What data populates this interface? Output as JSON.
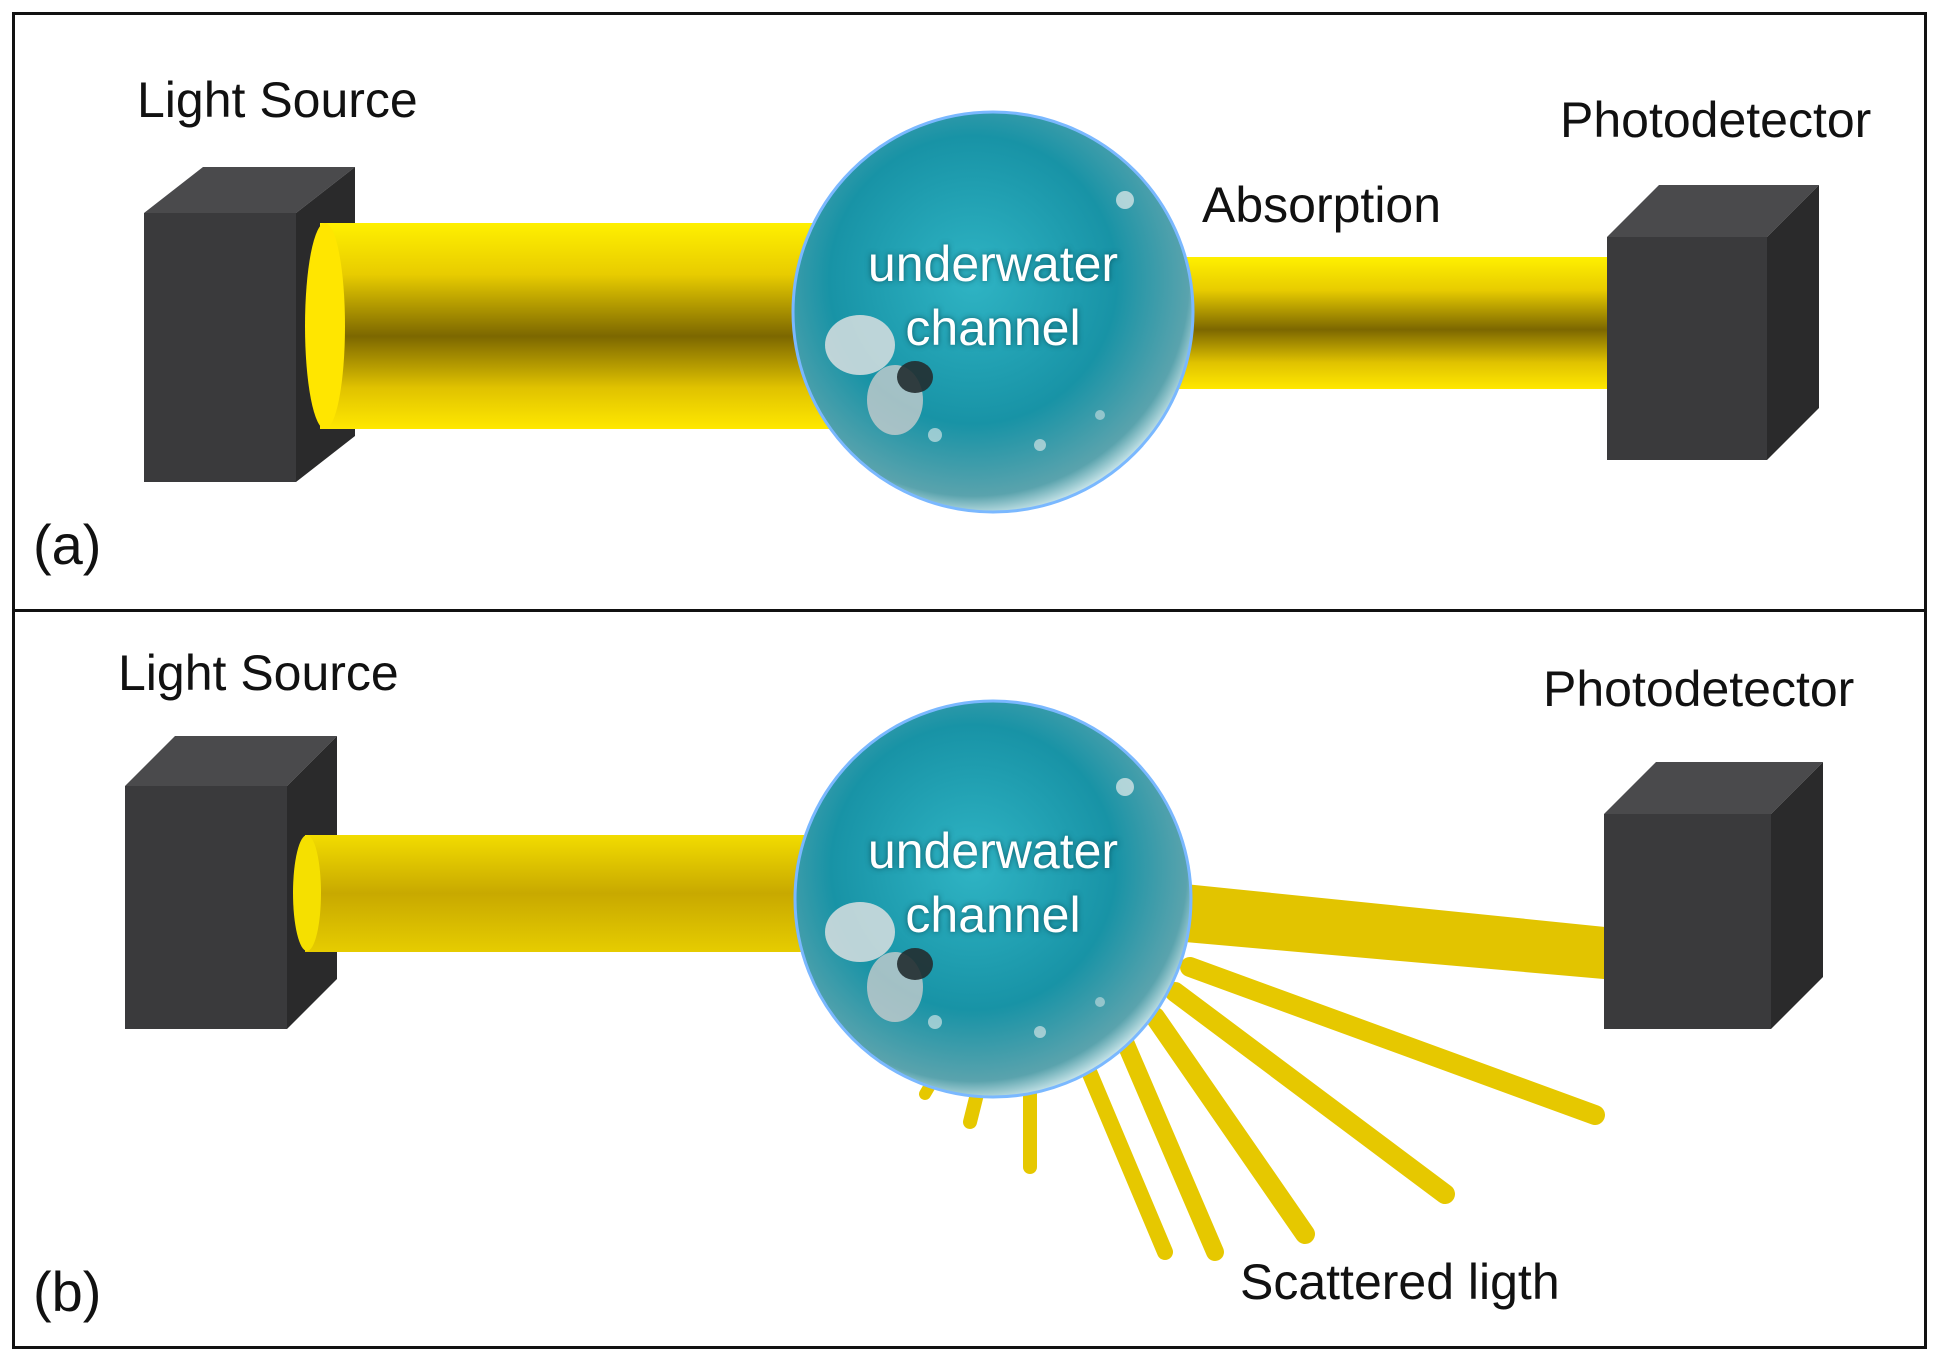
{
  "colors": {
    "beam": "#f2d500",
    "beam_dark": "#8a7400",
    "box_front": "#3a3a3c",
    "box_side": "#2a2a2b",
    "box_top": "#4a4a4c",
    "water": "#1fa3b4",
    "water_rim": "#6fb8ff"
  },
  "panel_a": {
    "letter": "(a)",
    "source_label": "Light Source",
    "detector_label": "Photodetector",
    "absorption_label": "Absorption",
    "channel_line1": "underwater",
    "channel_line2": "channel"
  },
  "panel_b": {
    "letter": "(b)",
    "source_label": "Light Source",
    "detector_label": "Photodetector",
    "scatter_label": "Scattered ligth",
    "channel_line1": "underwater",
    "channel_line2": "channel"
  }
}
